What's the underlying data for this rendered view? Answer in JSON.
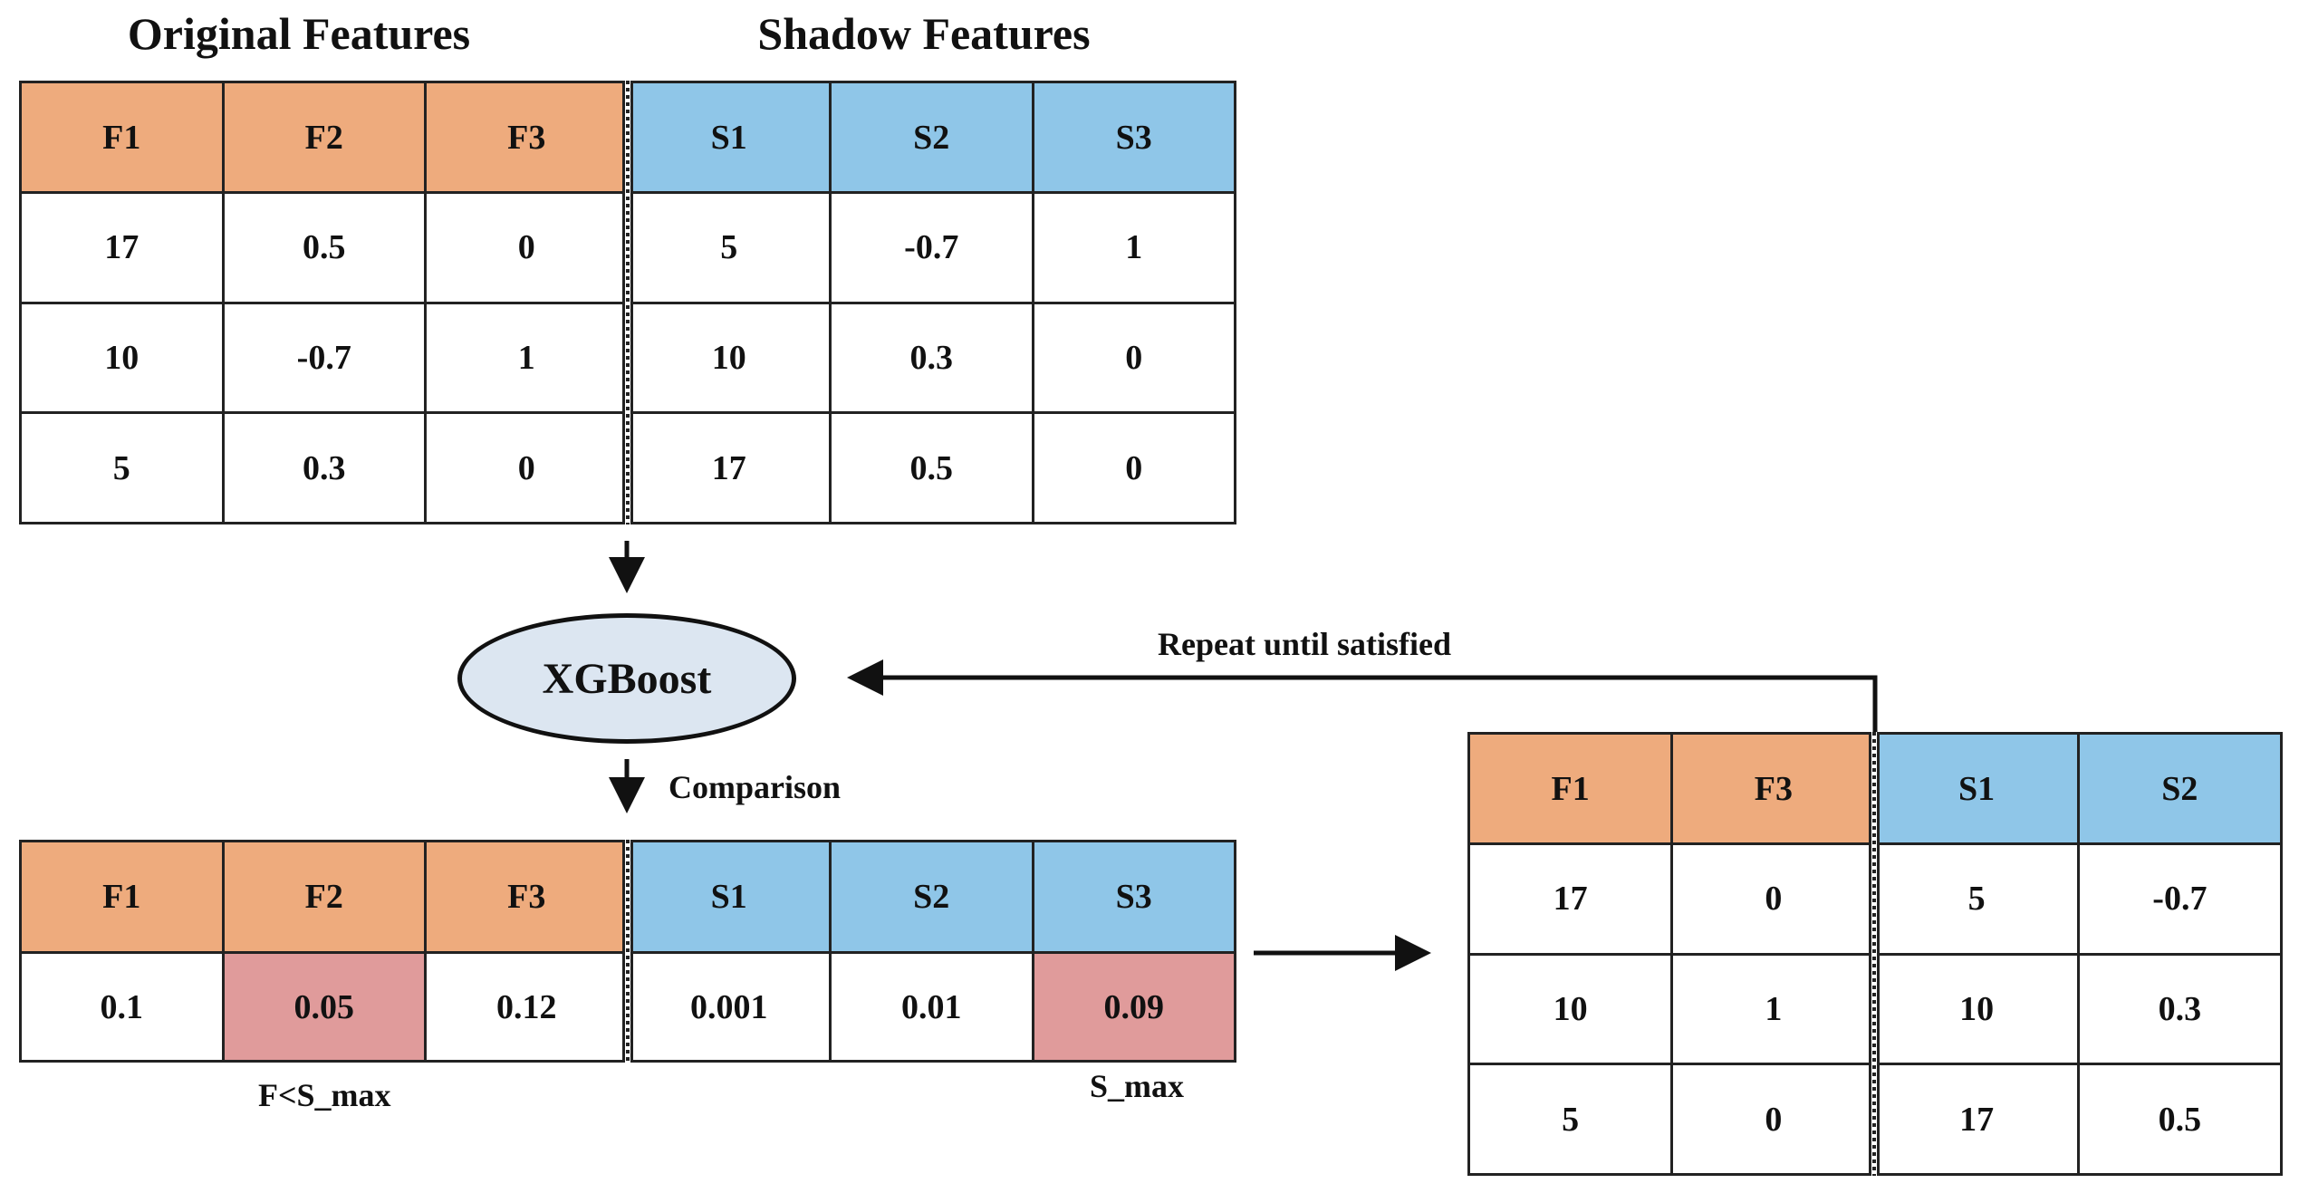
{
  "titles": {
    "original": "Original Features",
    "shadow": "Shadow Features"
  },
  "top_table": {
    "headers": [
      "F1",
      "F2",
      "F3",
      "S1",
      "S2",
      "S3"
    ],
    "rows": [
      [
        "17",
        "0.5",
        "0",
        "5",
        "-0.7",
        "1"
      ],
      [
        "10",
        "-0.7",
        "1",
        "10",
        "0.3",
        "0"
      ],
      [
        "5",
        "0.3",
        "0",
        "17",
        "0.5",
        "0"
      ]
    ]
  },
  "model": {
    "label": "XGBoost"
  },
  "loop_label": "Repeat until satisfied",
  "comparison_label": "Comparison",
  "importance_table": {
    "headers": [
      "F1",
      "F2",
      "F3",
      "S1",
      "S2",
      "S3"
    ],
    "values": [
      "0.1",
      "0.05",
      "0.12",
      "0.001",
      "0.01",
      "0.09"
    ],
    "highlighted": [
      "F2",
      "S3"
    ]
  },
  "annotations": {
    "feature_below": "F<S_max",
    "shadow_max": "S_max"
  },
  "reduced_table": {
    "headers": [
      "F1",
      "F3",
      "S1",
      "S2"
    ],
    "rows": [
      [
        "17",
        "0",
        "5",
        "-0.7"
      ],
      [
        "10",
        "1",
        "10",
        "0.3"
      ],
      [
        "5",
        "0",
        "17",
        "0.5"
      ]
    ]
  },
  "colors": {
    "original_header": "#eeab7d",
    "shadow_header": "#8fc6e8",
    "highlight": "#e09b9b",
    "model_fill": "#dce6f1"
  }
}
